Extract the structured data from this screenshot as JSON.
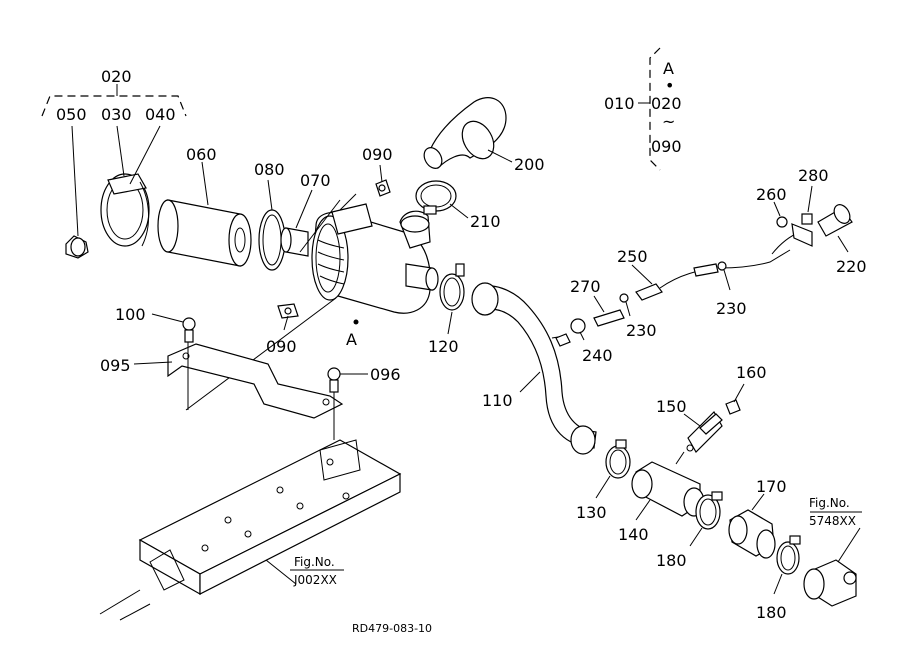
{
  "drawing": {
    "code": "RD479-083-10",
    "group": {
      "main": "020",
      "members": [
        "050",
        "030",
        "040"
      ]
    },
    "assembly_legend": {
      "parent": "010",
      "letter": "A",
      "dot": "•",
      "start": "020",
      "tilde": "~",
      "end": "090"
    },
    "point_label": "A",
    "callouts": {
      "c060": "060",
      "c080": "080",
      "c070": "070",
      "c090a": "090",
      "c090b": "090",
      "c200": "200",
      "c210": "210",
      "c100": "100",
      "c095": "095",
      "c096": "096",
      "c120": "120",
      "c110": "110",
      "c250": "250",
      "c270": "270",
      "c230a": "230",
      "c230b": "230",
      "c240": "240",
      "c260": "260",
      "c280": "280",
      "c220": "220",
      "c160": "160",
      "c150": "150",
      "c130": "130",
      "c140": "140",
      "c170": "170",
      "c180a": "180",
      "c180b": "180"
    },
    "fig_refs": {
      "a": {
        "label": "Fig.No.",
        "value": "5748XX"
      },
      "b": {
        "label": "Fig.No.",
        "value": "J002XX"
      }
    }
  }
}
